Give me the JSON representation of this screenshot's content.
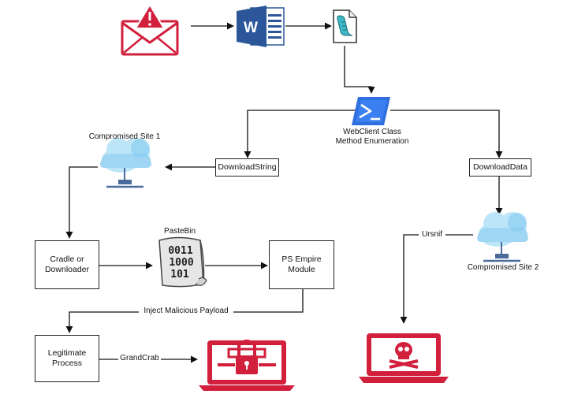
{
  "nodes": {
    "download_string": "DownloadString",
    "download_data": "DownloadData",
    "cradle": "Cradle or\nDownloader",
    "ps_empire": "PS Empire\nModule",
    "legit_process": "Legitimate\nProcess"
  },
  "labels": {
    "webclient": "WebClient Class\nMethod Enumeration",
    "site1": "Compromised Site 1",
    "site2": "Compromised Site 2",
    "pastebin": "PasteBin",
    "inject": "Inject Malicious Payload",
    "ursnif": "Ursnif",
    "grandcrab": "GrandCrab"
  },
  "pastebin_binary": [
    "0011",
    "1000",
    "101"
  ],
  "icons": {
    "email": "email-alert-icon",
    "word": "word-document-icon",
    "script": "script-file-icon",
    "powershell": "powershell-icon",
    "cloud_1": "cloud-server-icon",
    "cloud_2": "cloud-server-icon",
    "paper": "binary-document-icon",
    "ransom_laptop": "locked-laptop-icon",
    "skull_laptop": "skull-laptop-icon"
  },
  "colors": {
    "alert_red": "#d21f3c",
    "word_blue": "#2b579a",
    "powershell_blue": "#2f6fe0",
    "cloud_light": "#bde5f8",
    "cloud_dark": "#7ec8ee",
    "server_gray": "#4a6a9a"
  }
}
